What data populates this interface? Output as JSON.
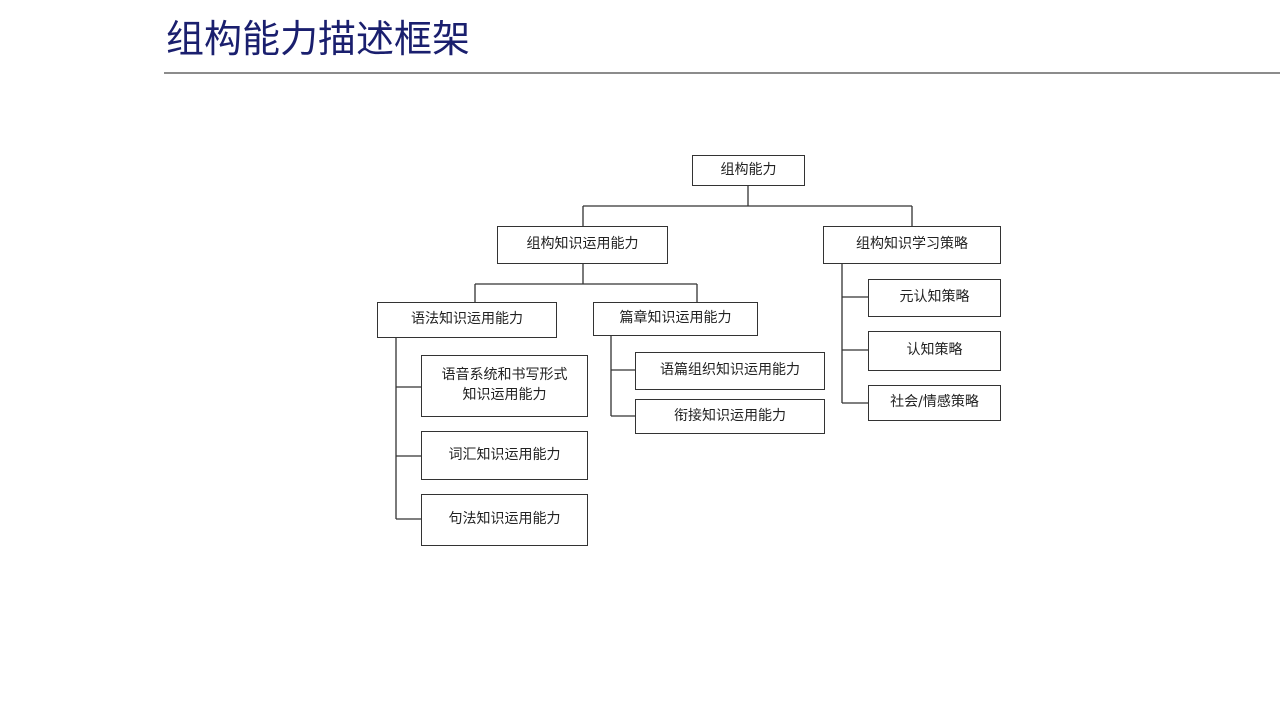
{
  "title": "组构能力描述框架",
  "nodes": {
    "root": "组构能力",
    "use": "组构知识运用能力",
    "strategy": "组构知识学习策略",
    "grammar": "语法知识运用能力",
    "discourse": "篇章知识运用能力",
    "phon_writing": "语音系统和书写形式\n知识运用能力",
    "vocab": "词汇知识运用能力",
    "syntax": "句法知识运用能力",
    "disc_org": "语篇组织知识运用能力",
    "cohesion": "衔接知识运用能力",
    "metacog": "元认知策略",
    "cog": "认知策略",
    "social": "社会/情感策略"
  }
}
